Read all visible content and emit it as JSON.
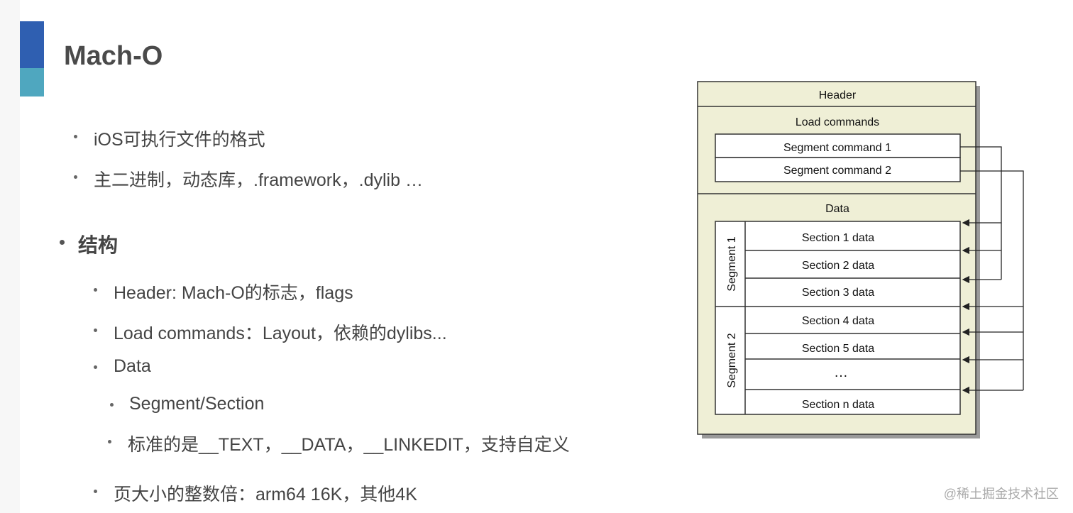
{
  "slide": {
    "title": "Mach-O",
    "bullets": [
      "iOS可执行文件的格式",
      "主二进制，动态库，.framework，.dylib …",
      "结构",
      "Header: Mach-O的标志，flags",
      "Load commands：Layout，依赖的dylibs...",
      "Data",
      "Segment/Section",
      "标准的是__TEXT，__DATA，__LINKEDIT，支持自定义",
      "页大小的整数倍：arm64 16K，其他4K"
    ]
  },
  "diagram": {
    "header": "Header",
    "load_commands": "Load commands",
    "segment_commands": [
      "Segment command 1",
      "Segment command 2"
    ],
    "data": "Data",
    "segment_labels": [
      "Segment 1",
      "Segment 2"
    ],
    "sections": [
      "Section 1 data",
      "Section 2 data",
      "Section 3 data",
      "Section 4 data",
      "Section 5 data",
      "…",
      "Section n data"
    ]
  },
  "watermark": "@稀土掘金技术社区",
  "colors": {
    "accent_blue": "#2f5fb1",
    "accent_teal": "#4fa7bf",
    "box_fill": "#efefd6"
  }
}
